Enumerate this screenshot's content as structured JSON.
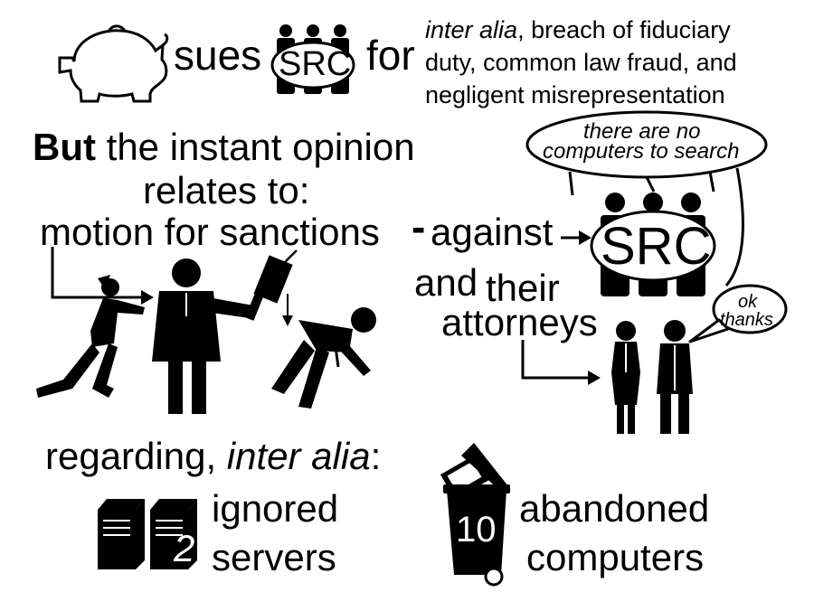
{
  "top": {
    "verb": "sues",
    "defendant": "SRC",
    "preposition": "for",
    "claims_lead": "inter alia",
    "claims_line1_rest": ", breach of fiduciary",
    "claims_line2": "duty, common law fraud, and",
    "claims_line3": "negligent misrepresentation"
  },
  "middle": {
    "but_word": "But",
    "heading_line1_rest": " the instant opinion",
    "heading_line2": "relates to:",
    "motion": "motion for sanctions",
    "dash": "-",
    "against": "against",
    "defendant": "SRC",
    "and": "and",
    "their": "their",
    "attorneys": "attorneys",
    "speech_src_line1": "there are no",
    "speech_src_line2": "computers to search",
    "speech_attorney_line1": "ok",
    "speech_attorney_line2": "thanks"
  },
  "bottom": {
    "regarding": "regarding, ",
    "inter_alia": "inter alia",
    "colon": ":",
    "server_count": "2",
    "servers_line1": "ignored",
    "servers_line2": "servers",
    "computer_count": "10",
    "computers_line1": "abandoned",
    "computers_line2": "computers"
  }
}
